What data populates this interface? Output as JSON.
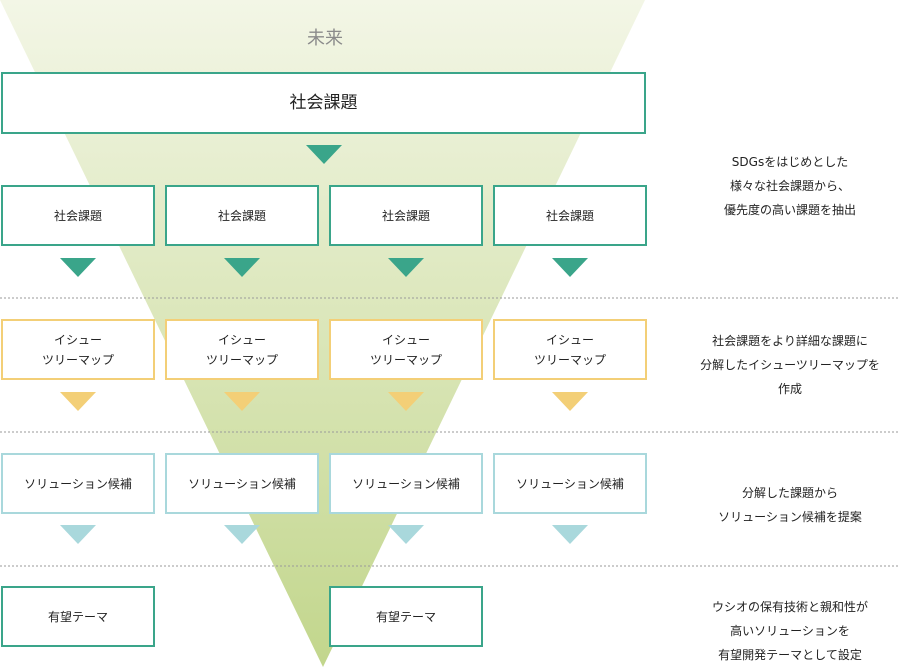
{
  "top_label": "未来",
  "main_issue": "社会課題",
  "rows": [
    {
      "items": [
        "社会課題",
        "社会課題",
        "社会課題",
        "社会課題"
      ],
      "description": "SDGsをはじめとした\n様々な社会課題から、\n優先度の高い課題を抽出"
    },
    {
      "items": [
        "イシュー\nツリーマップ",
        "イシュー\nツリーマップ",
        "イシュー\nツリーマップ",
        "イシュー\nツリーマップ"
      ],
      "description": "社会課題をより詳細な課題に\n分解したイシューツリーマップを\n作成"
    },
    {
      "items": [
        "ソリューション候補",
        "ソリューション候補",
        "ソリューション候補",
        "ソリューション候補"
      ],
      "description": "分解した課題から\nソリューション候補を提案"
    },
    {
      "items": [
        "有望テーマ",
        "有望テーマ"
      ],
      "description": "ウシオの保有技術と親和性が\n高いソリューションを\n有望開発テーマとして設定"
    }
  ],
  "colors": {
    "green": "#3aa58a",
    "yellow": "#f3cf77",
    "light_blue": "#a9d8dc",
    "funnel_top": "#f3f6e6",
    "funnel_bottom": "#c2d68c"
  }
}
